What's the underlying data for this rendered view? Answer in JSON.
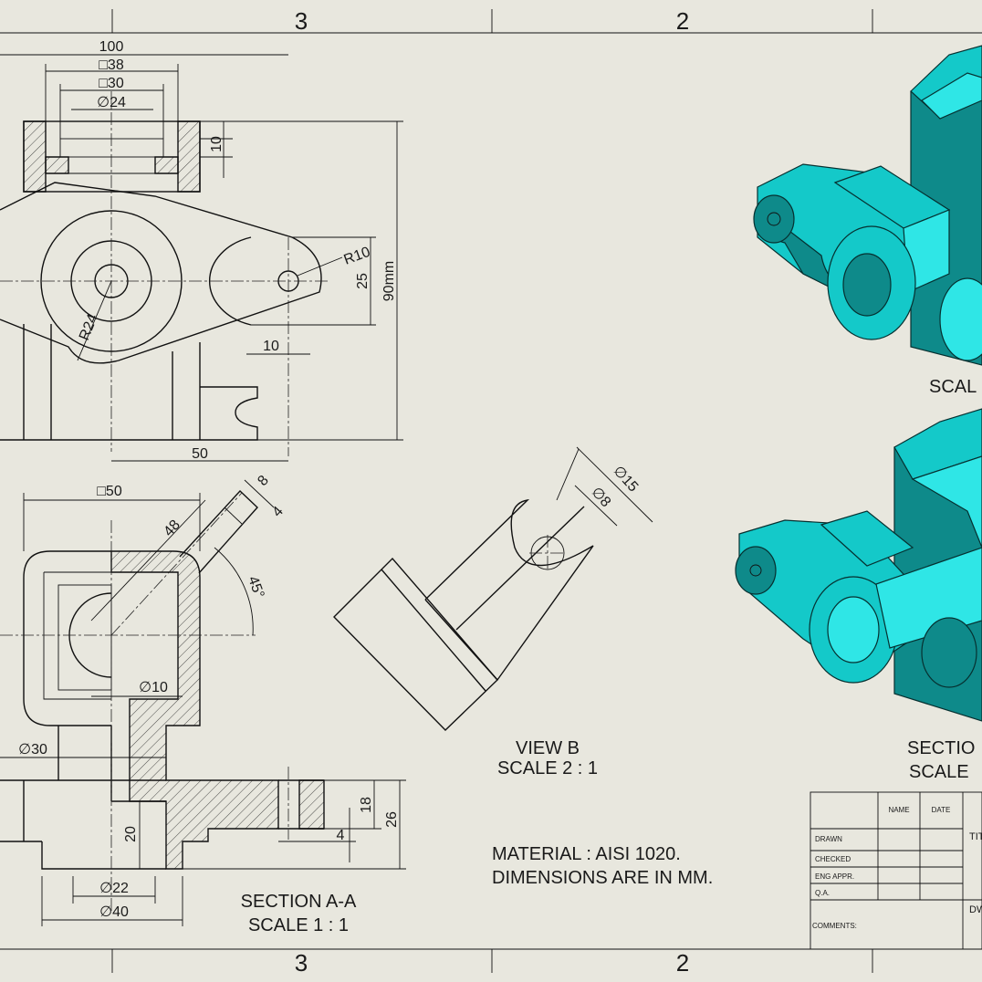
{
  "sheet": {
    "zone_numbers": [
      "3",
      "2",
      "3",
      "2"
    ]
  },
  "main_view": {
    "dims": {
      "d100": "100",
      "sq38": "□38",
      "sq30": "□30",
      "dia24": "∅24",
      "d10_top": "10",
      "r10": "R10",
      "d25": "25",
      "d90": "90mm",
      "r24": "R24",
      "d10_bottom": "10",
      "d50": "50"
    }
  },
  "section_view": {
    "dims": {
      "sq50": "□50",
      "d48": "48",
      "d8": "8",
      "d4": "4",
      "ang45": "45°",
      "dia10": "∅10",
      "dia30": "∅30",
      "d18": "18",
      "d26": "26",
      "d4b": "4",
      "d20": "20",
      "dia22": "∅22",
      "dia40": "∅40"
    },
    "title": "SECTION A-A",
    "scale": "SCALE 1 : 1"
  },
  "view_b": {
    "dims": {
      "dia15": "∅15",
      "dia8": "∅8"
    },
    "title": "VIEW B",
    "scale": "SCALE 2 : 1"
  },
  "notes": {
    "material": "MATERIAL : AISI 1020.",
    "units": "DIMENSIONS ARE IN MM."
  },
  "iso_views": {
    "top_caption": "SCAL",
    "bottom_caption": "SECTIO",
    "bottom_scale": "SCALE"
  },
  "title_block": {
    "col_name": "NAME",
    "col_date": "DATE",
    "rows": [
      "DRAWN",
      "CHECKED",
      "ENG APPR.",
      "Q.A."
    ],
    "comments": "COMMENTS:",
    "title": "TIT",
    "dwg": "DW"
  },
  "colors": {
    "paper": "#e8e7de",
    "model_light": "#14c9c9",
    "model_dark": "#0e8a8a"
  }
}
